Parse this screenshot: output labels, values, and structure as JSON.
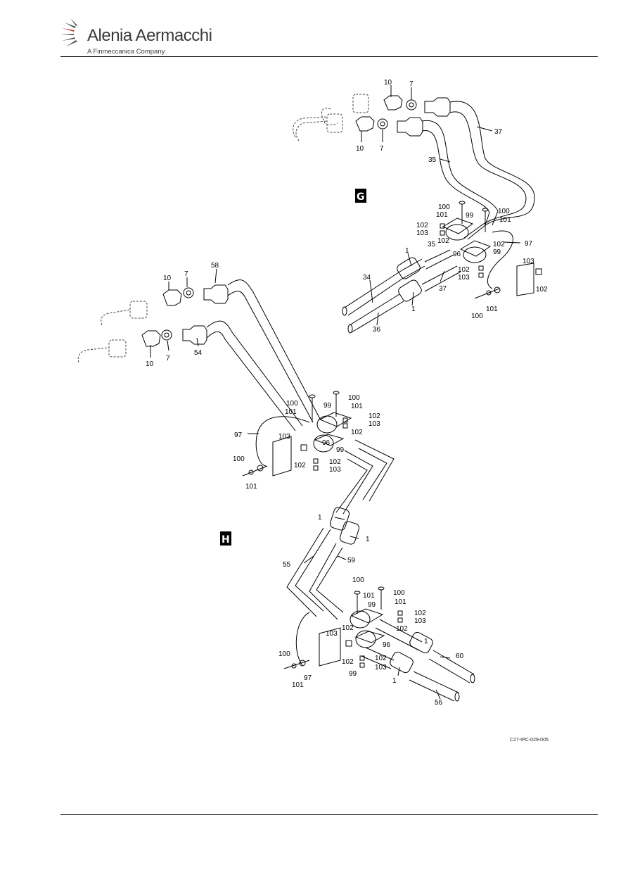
{
  "header": {
    "brand": "Alenia Aermacchi",
    "tagline": "A Finmeccanica Company"
  },
  "figure": {
    "id": "C27-IPC-029-005",
    "details": {
      "g": "G",
      "h": "H"
    }
  },
  "callouts": {
    "g_10a": "10",
    "g_7a": "7",
    "g_10b": "10",
    "g_7b": "7",
    "g_37a": "37",
    "g_35a": "35",
    "g_100a": "100",
    "g_101a": "101",
    "g_99a": "99",
    "g_100b": "100",
    "g_101b": "101",
    "g_102a": "102",
    "g_103a": "103",
    "g_102b": "102",
    "g_97": "97",
    "g_1a": "1",
    "g_35b": "35",
    "g_96": "96",
    "g_102c": "102",
    "g_99b": "99",
    "g_103b": "103",
    "g_102d": "102",
    "g_103c": "103",
    "g_34": "34",
    "g_37b": "37",
    "g_1b": "1",
    "g_36": "36",
    "g_101c": "101",
    "g_100c": "100",
    "h_10a": "10",
    "h_7a": "7",
    "h_58": "58",
    "h_10b": "10",
    "h_7b": "7",
    "h_54": "54",
    "h_100a": "100",
    "h_101a": "101",
    "h_99a": "99",
    "h_100b": "100",
    "h_101b": "101",
    "h_102a": "102",
    "h_103a": "103",
    "h_102b": "102",
    "h_97": "97",
    "h_103b": "103",
    "h_96": "96",
    "h_99b": "99",
    "h_100c": "100",
    "h_102c": "102",
    "h_102d": "102",
    "h_103c": "103",
    "h_101c": "101",
    "h_1a": "1",
    "h_1b": "1",
    "h_55": "55",
    "h_59": "59",
    "h_100d": "100",
    "h_101d": "101",
    "h_100e": "100",
    "h_101e": "101",
    "h_99c": "99",
    "h_102e": "102",
    "h_103d": "103",
    "h_102f": "102",
    "h_96b": "96",
    "h_103e": "103",
    "h_102g": "102",
    "h_1c": "1",
    "h_60": "60",
    "h_102h": "102",
    "h_103f": "103",
    "h_100f": "100",
    "h_101f": "101",
    "h_97b": "97",
    "h_99d": "99",
    "h_1d": "1",
    "h_56": "56"
  }
}
